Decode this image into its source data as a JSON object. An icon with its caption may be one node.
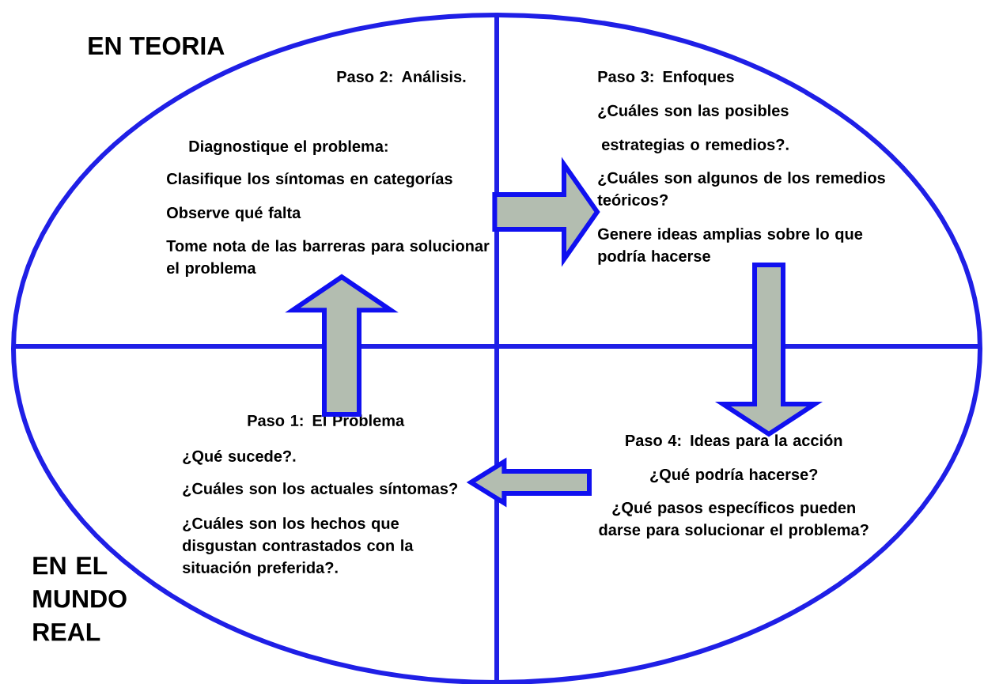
{
  "diagram": {
    "nodes": [
      {
        "text": [
          "Paso 1: El Problema",
          "¿Qué sucede?.",
          "¿Cuáles son los actuales síntomas?",
          "¿Cuáles son los hechos que disgustan contrastados con la situación preferida?."
        ]
      },
      {
        "text": [
          "Paso 2: Análisis.",
          "Diagnostique el problema:",
          "Clasifique los síntomas en categorías",
          "Observe qué falta",
          "Tome nota de las barreras para solucionar el problema"
        ]
      },
      {
        "text": [
          "Paso 3: Enfoques",
          "¿Cuáles son las posibles",
          "estrategias o remedios?.",
          "¿Cuáles son algunos de los remedios teóricos?",
          "Genere ideas amplias sobre lo que podría hacerse"
        ]
      },
      {
        "text": [
          "Paso 4: Ideas para la acción",
          "¿Qué podría hacerse?",
          "¿Qué pasos específicos pueden darse para solucionar el problema?"
        ]
      }
    ],
    "edges": [
      {
        "from": 0,
        "to": 1,
        "arrow": "to"
      },
      {
        "from": 1,
        "to": 2,
        "arrow": "to"
      },
      {
        "from": 2,
        "to": 3,
        "arrow": "to"
      },
      {
        "from": 3,
        "to": 0,
        "arrow": "to"
      }
    ],
    "labels": [
      "EN TEORIA",
      "EN EL MUNDO REAL"
    ]
  }
}
